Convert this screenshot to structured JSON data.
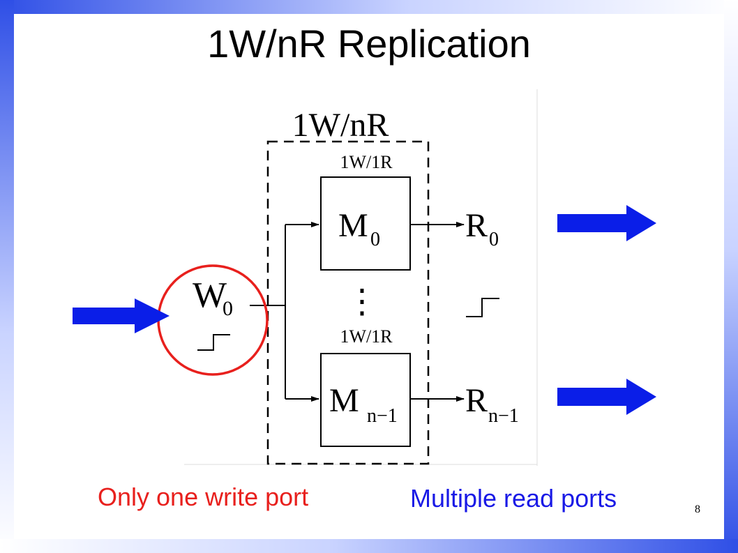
{
  "title": "1W/nR Replication",
  "diagram": {
    "outer_label": "1W/nR",
    "block_top": {
      "header": "1W/1R",
      "label": "M",
      "sub": "0",
      "output": "R",
      "output_sub": "0"
    },
    "block_bottom": {
      "header": "1W/1R",
      "label": "M",
      "sub": "n−1",
      "output": "R",
      "output_sub": "n−1"
    },
    "input": {
      "label": "W",
      "sub": "0"
    },
    "ellipsis": "⋮"
  },
  "captions": {
    "write": "Only one write port",
    "read": "Multiple read ports"
  },
  "page_number": "8",
  "colors": {
    "frame": "#2f4fe6",
    "arrow": "#0a1ee8",
    "circle": "#e8201d",
    "write_caption": "#e8201d",
    "read_caption": "#1a1ae6"
  }
}
